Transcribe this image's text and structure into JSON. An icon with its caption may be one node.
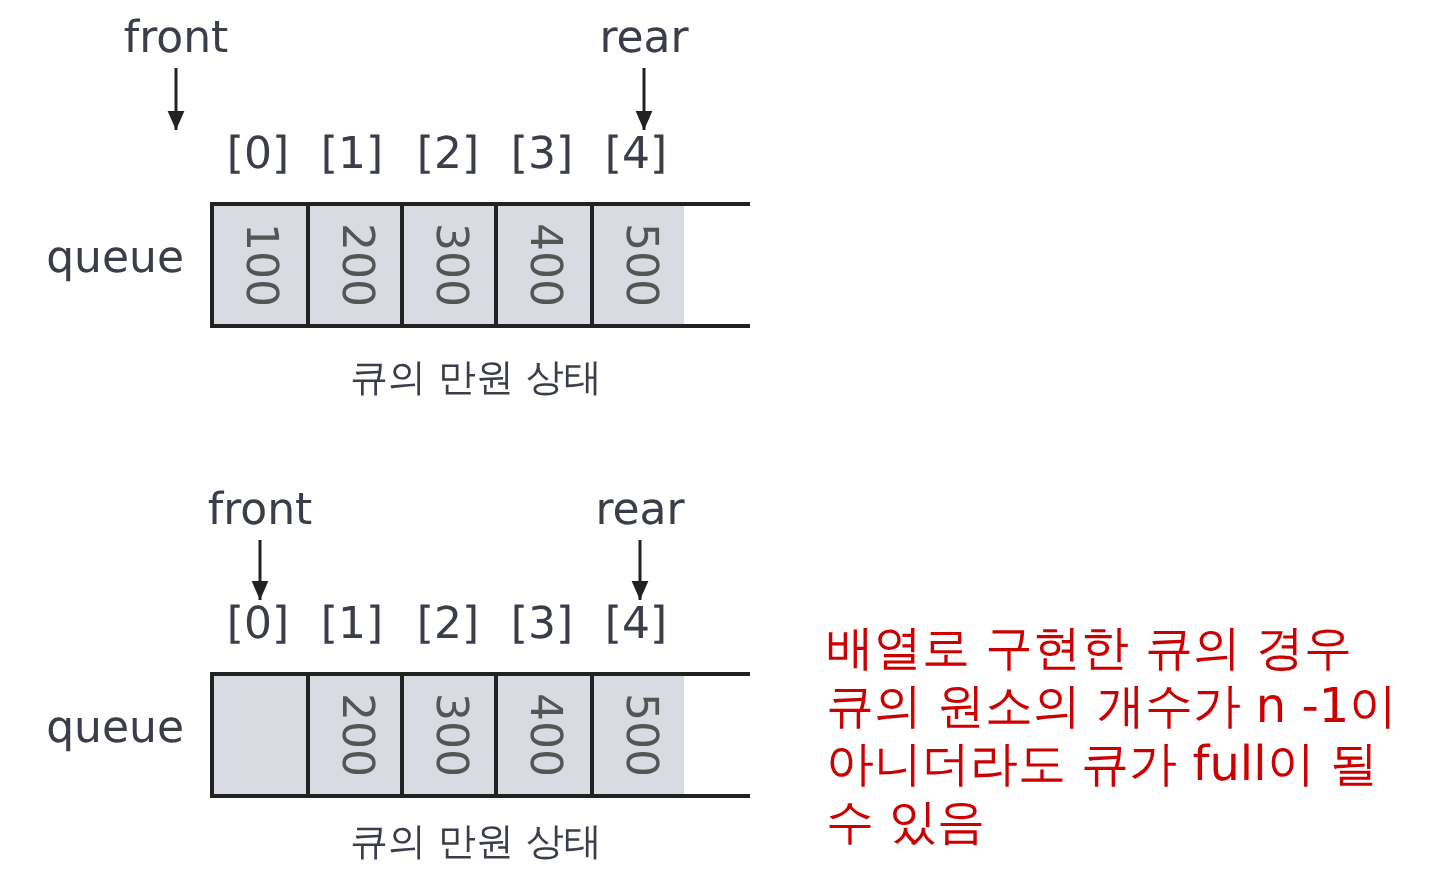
{
  "diagram": {
    "nodes": [
      {
        "text": [
          "front"
        ]
      },
      {
        "text": [
          "rear"
        ]
      },
      {
        "text": [
          "[0]"
        ]
      },
      {
        "text": [
          "[1]"
        ]
      },
      {
        "text": [
          "[2]"
        ]
      },
      {
        "text": [
          "[3]"
        ]
      },
      {
        "text": [
          "[4]"
        ]
      },
      {
        "text": [],
        "shape": "box",
        "beside": [
          "queue"
        ]
      },
      {
        "text": [
          "100"
        ],
        "in": 7
      },
      {
        "text": [
          "200"
        ],
        "in": 7
      },
      {
        "text": [
          "300"
        ],
        "in": 7
      },
      {
        "text": [
          "400"
        ],
        "in": 7
      },
      {
        "text": [
          "500"
        ],
        "in": 7
      },
      {
        "text": [
          "front"
        ]
      },
      {
        "text": [
          "rear"
        ]
      },
      {
        "text": [
          "[0]"
        ]
      },
      {
        "text": [
          "[1]"
        ]
      },
      {
        "text": [
          "[2]"
        ]
      },
      {
        "text": [
          "[3]"
        ]
      },
      {
        "text": [
          "[4]"
        ]
      },
      {
        "text": [],
        "shape": "box",
        "beside": [
          "queue"
        ]
      },
      {
        "text": [],
        "shape": "box",
        "in": 20
      },
      {
        "text": [
          "200"
        ],
        "in": 20
      },
      {
        "text": [
          "300"
        ],
        "in": 20
      },
      {
        "text": [
          "400"
        ],
        "in": 20
      },
      {
        "text": [
          "500"
        ],
        "in": 20
      }
    ],
    "edges": [
      {
        "from": 0,
        "to": 2,
        "arrow": "to"
      },
      {
        "from": 1,
        "to": 6,
        "arrow": "to"
      },
      {
        "from": 13,
        "to": 15,
        "arrow": "to"
      },
      {
        "from": 14,
        "to": 19,
        "arrow": "to"
      }
    ],
    "labels": [
      "큐의 만원 상태",
      "큐의 만원 상태",
      "배열로 구현한 큐의 경우 큐의 원소의 개수가 n -1이 아니더라도 큐가 full이 될 수 있음"
    ]
  }
}
